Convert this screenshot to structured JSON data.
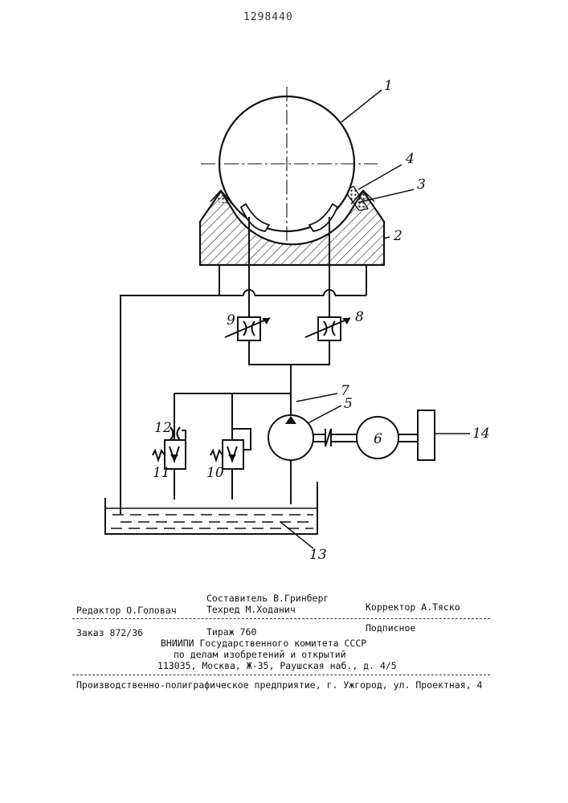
{
  "patent_number": "1298440",
  "drawing_labels": {
    "l1": "1",
    "l2": "2",
    "l3": "3",
    "l4": "4",
    "l5": "5",
    "l6": "6",
    "l7": "7",
    "l8": "8",
    "l9": "9",
    "l10": "10",
    "l11": "11",
    "l12": "12",
    "l13": "13",
    "l14": "14"
  },
  "imprint": {
    "editor": "Редактор О.Головач",
    "compiler": "Составитель В.Гринберг",
    "techred": "Техред М.Ходанич",
    "corrector": "Корректор А.Тяско",
    "order": "Заказ 872/36",
    "circulation": "Тираж 760",
    "subscription": "Подписное",
    "org_line1": "ВНИИПИ Государственного комитета СССР",
    "org_line2": "по делам изобретений и открытий",
    "address": "113035, Москва, Ж-35, Раушская наб., д. 4/5",
    "printer": "Производственно-полиграфическое предприятие, г. Ужгород, ул. Проектная, 4"
  }
}
